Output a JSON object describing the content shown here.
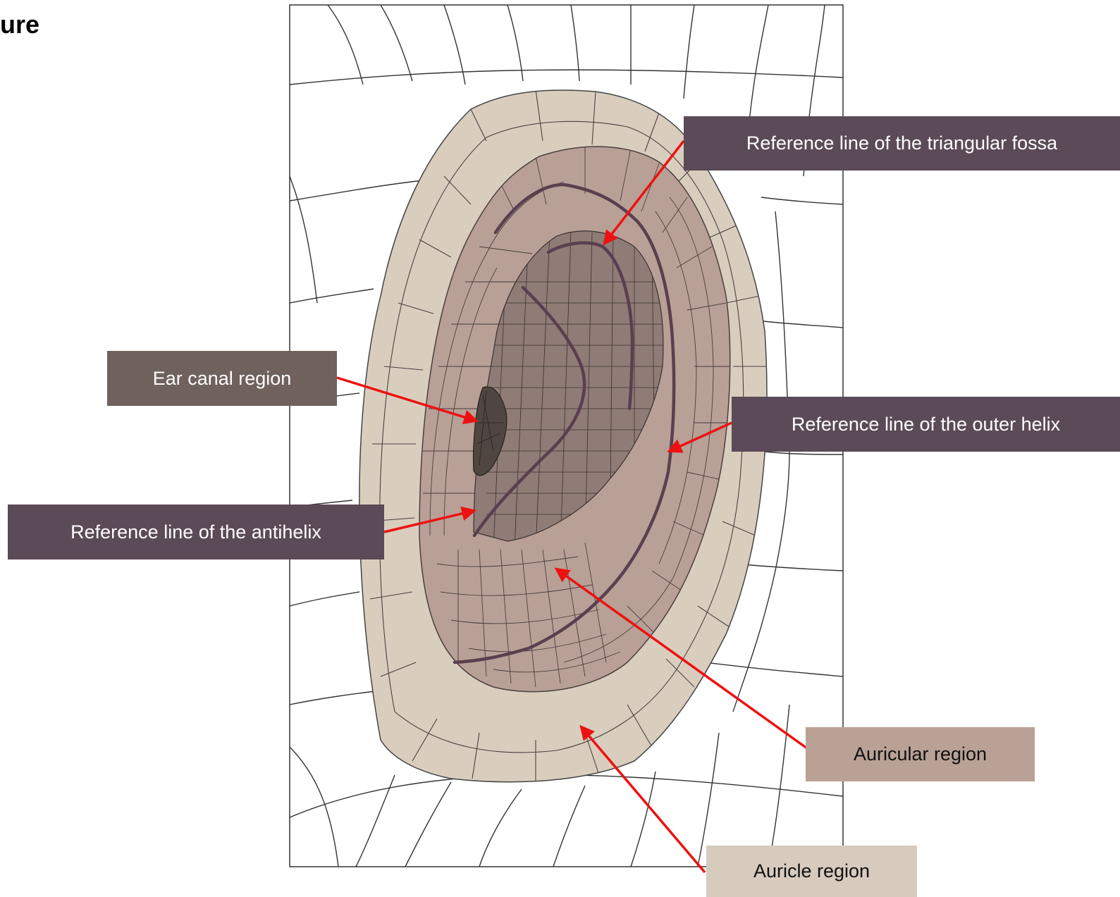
{
  "header": {
    "title": "ure"
  },
  "labels": {
    "triangular_fossa": "Reference line of the triangular fossa",
    "ear_canal": "Ear canal region",
    "outer_helix": "Reference line of the outer helix",
    "antihelix": "Reference line of the antihelix",
    "auricular": "Auricular region",
    "auricle": "Auricle region"
  },
  "colors": {
    "auricle_fill": "#d9cebe",
    "auricular_fill": "#b8a096",
    "inner_fill": "#8f7c77",
    "canal_fill": "#4f4541",
    "reference_line": "#5a3f4f",
    "arrow": "#ee1111",
    "mesh": "#333333"
  }
}
